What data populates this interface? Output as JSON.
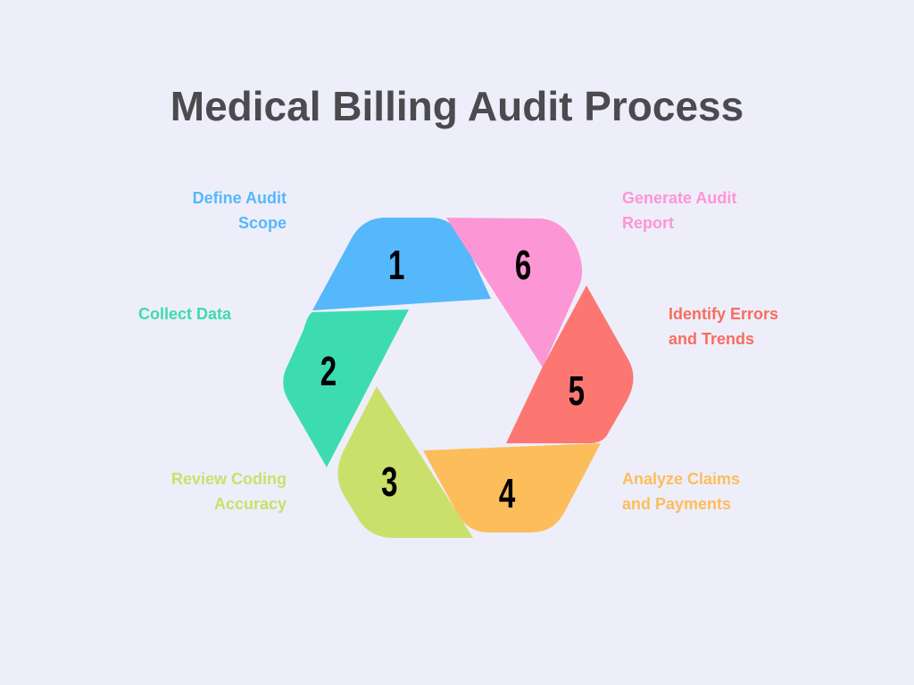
{
  "title": "Medical Billing Audit Process",
  "steps": [
    {
      "number": "1",
      "label_line1": "Define Audit",
      "label_line2": "Scope",
      "color": "#55b8fb"
    },
    {
      "number": "2",
      "label_line1": "Collect Data",
      "label_line2": "",
      "color": "#3ddcb0"
    },
    {
      "number": "3",
      "label_line1": "Review Coding",
      "label_line2": "Accuracy",
      "color": "#cbe06a"
    },
    {
      "number": "4",
      "label_line1": "Analyze Claims",
      "label_line2": "and Payments",
      "color": "#fdbd5a"
    },
    {
      "number": "5",
      "label_line1": "Identify Errors",
      "label_line2": "and Trends",
      "color": "#fc7772"
    },
    {
      "number": "6",
      "label_line1": "Generate Audit",
      "label_line2": "Report",
      "color": "#fc96d4"
    }
  ]
}
